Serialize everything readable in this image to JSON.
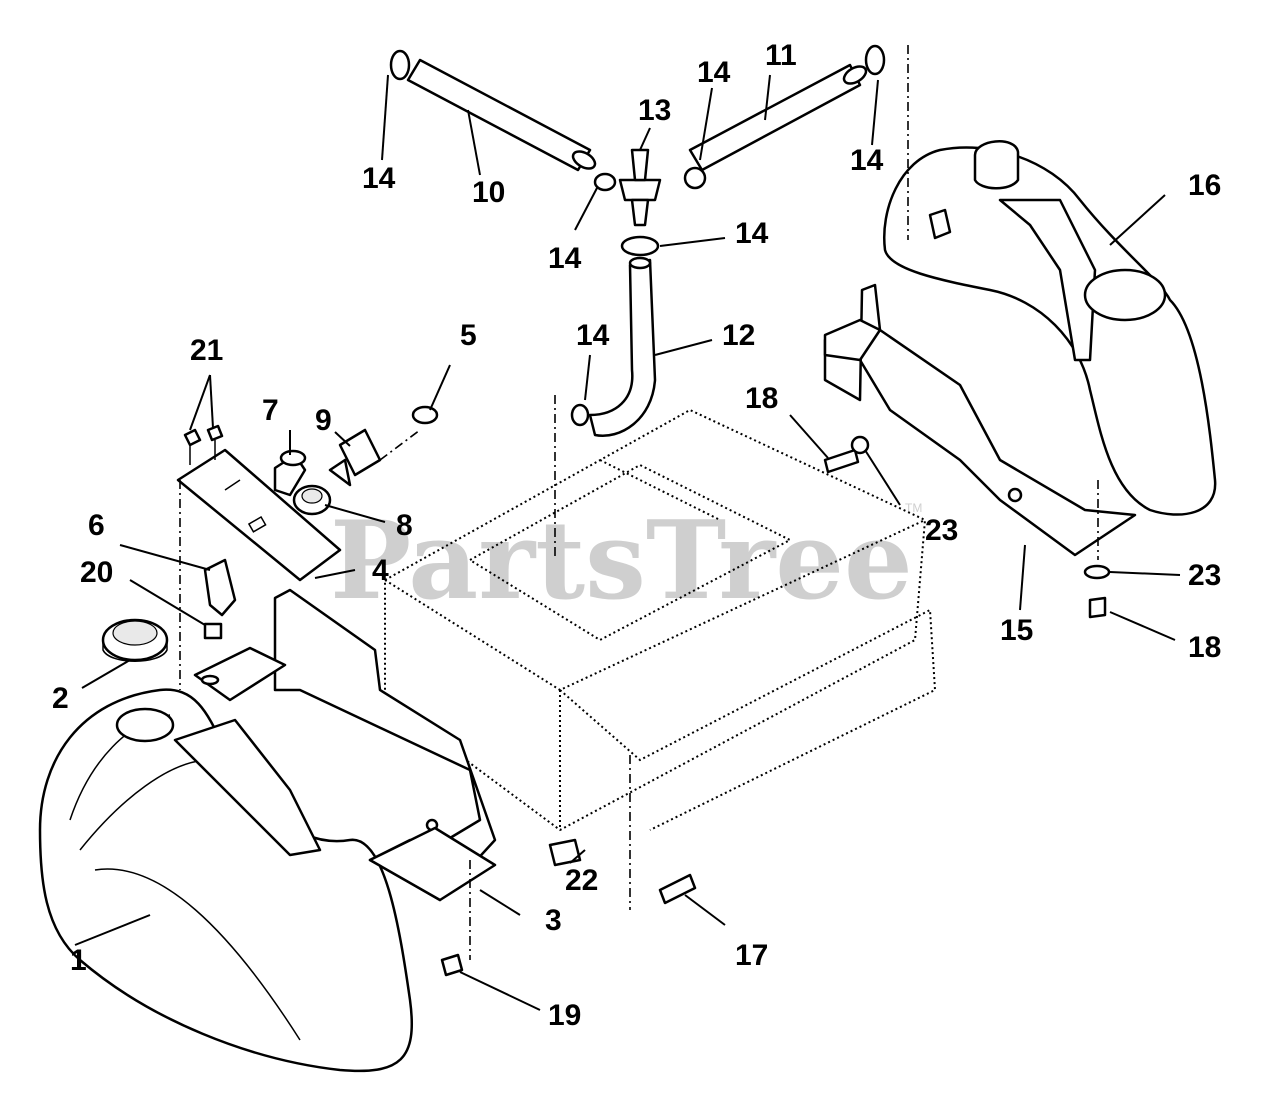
{
  "watermark": {
    "brand": "PartsTree",
    "trademark": "TM"
  },
  "callouts": [
    {
      "id": "c1",
      "label": "1"
    },
    {
      "id": "c2",
      "label": "2"
    },
    {
      "id": "c3",
      "label": "3"
    },
    {
      "id": "c4",
      "label": "4"
    },
    {
      "id": "c5",
      "label": "5"
    },
    {
      "id": "c6",
      "label": "6"
    },
    {
      "id": "c7",
      "label": "7"
    },
    {
      "id": "c8",
      "label": "8"
    },
    {
      "id": "c9",
      "label": "9"
    },
    {
      "id": "c10",
      "label": "10"
    },
    {
      "id": "c11",
      "label": "11"
    },
    {
      "id": "c12",
      "label": "12"
    },
    {
      "id": "c13",
      "label": "13"
    },
    {
      "id": "c14a",
      "label": "14"
    },
    {
      "id": "c14b",
      "label": "14"
    },
    {
      "id": "c14c",
      "label": "14"
    },
    {
      "id": "c14d",
      "label": "14"
    },
    {
      "id": "c14e",
      "label": "14"
    },
    {
      "id": "c14f",
      "label": "14"
    },
    {
      "id": "c15",
      "label": "15"
    },
    {
      "id": "c16",
      "label": "16"
    },
    {
      "id": "c17",
      "label": "17"
    },
    {
      "id": "c18a",
      "label": "18"
    },
    {
      "id": "c18b",
      "label": "18"
    },
    {
      "id": "c19",
      "label": "19"
    },
    {
      "id": "c20",
      "label": "20"
    },
    {
      "id": "c21",
      "label": "21"
    },
    {
      "id": "c22",
      "label": "22"
    },
    {
      "id": "c23a",
      "label": "23"
    },
    {
      "id": "c23b",
      "label": "23"
    }
  ]
}
